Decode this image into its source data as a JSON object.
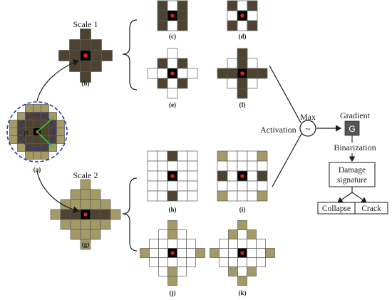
{
  "labels": {
    "scale1": "Scale 1",
    "scale2": "Scale 2",
    "p": "p",
    "max": "Max",
    "activation": "Activation",
    "tilde": "~",
    "gradient": "Gradient",
    "g_box": "G",
    "binarization": "Binarization",
    "damage_line1": "Damage",
    "damage_line2": "signature",
    "collapse": "Collapse",
    "crack": "Crack"
  },
  "sublabels": {
    "a": "(a)",
    "b": "(b)",
    "c": "(c)",
    "d": "(d)",
    "e": "(e)",
    "f": "(f)",
    "g": "(g)",
    "h": "(h)",
    "i": "(i)",
    "j": "(j)",
    "k": "(k)"
  },
  "colors": {
    "dark": "#4d4330",
    "olive": "#a49a68",
    "black": "#000000",
    "red": "#e02020",
    "white": "#ffffff",
    "cell_border": "#5a5a5a",
    "circle_dashed": "#2030c0",
    "vector": "#30c030",
    "g_box_fill": "#555555"
  },
  "grids": {
    "a": {
      "rows": [
        "..OOO..",
        ".ODDDO.",
        "ODDDDDO",
        "ODDKDDO",
        "ODDDDDO",
        ".ODDDO.",
        "..OOO.."
      ]
    },
    "b": {
      "rows": [
        "..D..",
        ".DDD.",
        "DDKDD",
        ".DDD.",
        "..D.."
      ]
    },
    "c": {
      "rows": [
        "DWD",
        "DKD",
        "DWD"
      ]
    },
    "d": {
      "rows": [
        "DWD",
        "WKW",
        "DWD"
      ]
    },
    "e": {
      "rows": [
        "..W..",
        ".DWD.",
        "WWKWW",
        ".DWD.",
        "..W.."
      ]
    },
    "f": {
      "rows": [
        "..D..",
        ".WDW.",
        "DDKDD",
        ".WDW.",
        "..D.."
      ]
    },
    "g": {
      "rows": [
        "...O...",
        "..OOO..",
        ".OOOOO.",
        "ODDKDDO",
        ".OOOOO.",
        "..OOO..",
        "...O..."
      ]
    },
    "h": {
      "rows": [
        "WWDWW",
        "WWWWW",
        "WWKWW",
        "WWWWW",
        "WWDWW"
      ]
    },
    "i": {
      "rows": [
        "OWWWO",
        "WWWWW",
        "DWKWD",
        "WWWWW",
        "OWWWO"
      ]
    },
    "j": {
      "rows": [
        "...O...",
        "..WOW..",
        ".WWWWW.",
        "OWWKWWO",
        ".WWWWW.",
        "..WOW..",
        "...O..."
      ]
    },
    "k": {
      "rows": [
        "...O...",
        "..OWO..",
        ".WWWWW.",
        "OWWKWWO",
        ".WWWWW.",
        "..OWO..",
        "...O..."
      ]
    }
  }
}
